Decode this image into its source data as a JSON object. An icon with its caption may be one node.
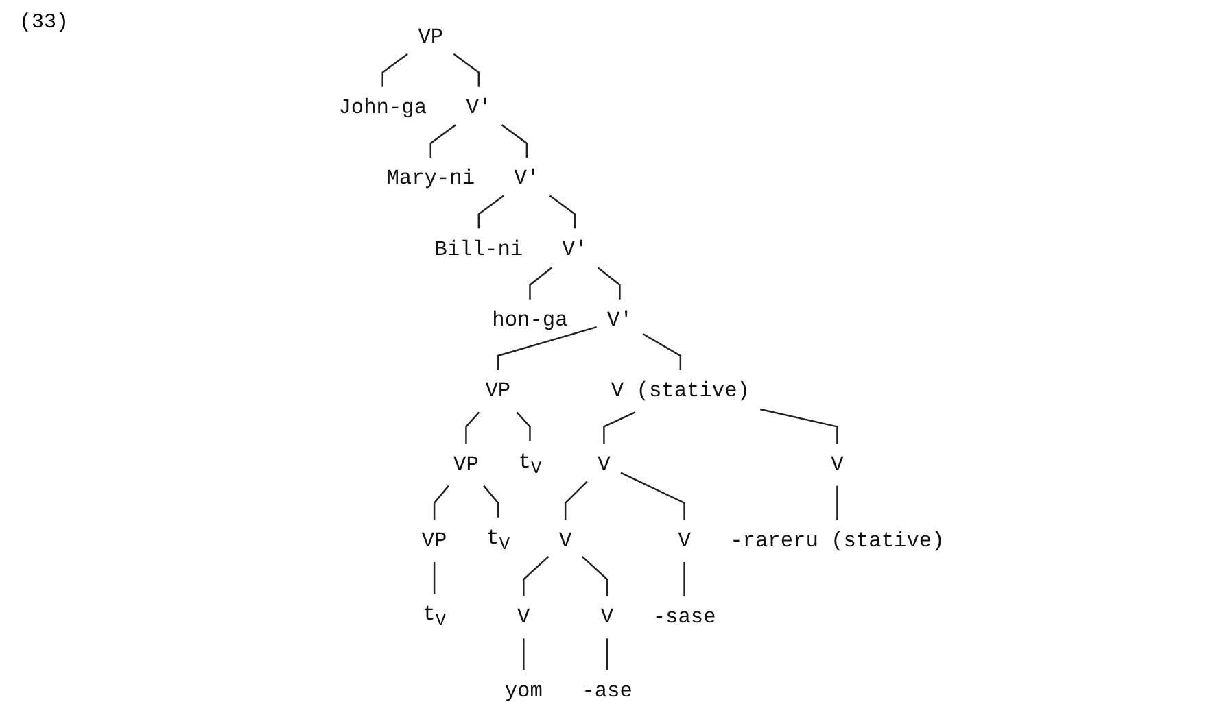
{
  "diagram": {
    "nodes": [
      {
        "text": [
          "VP"
        ]
      },
      {
        "text": [
          "John-ga"
        ]
      },
      {
        "text": [
          "V'"
        ]
      },
      {
        "text": [
          "Mary-ni"
        ]
      },
      {
        "text": [
          "V'"
        ]
      },
      {
        "text": [
          "Bill-ni"
        ]
      },
      {
        "text": [
          "V'"
        ]
      },
      {
        "text": [
          "hon-ga"
        ]
      },
      {
        "text": [
          "V'"
        ]
      },
      {
        "text": [
          "VP"
        ]
      },
      {
        "text": [
          "V (stative)"
        ]
      },
      {
        "text": [
          "VP"
        ]
      },
      {
        "text": [
          "t$_{V}$"
        ]
      },
      {
        "text": [
          "V"
        ]
      },
      {
        "text": [
          "V"
        ]
      },
      {
        "text": [
          "VP"
        ]
      },
      {
        "text": [
          "t$_{V}$"
        ]
      },
      {
        "text": [
          "V"
        ]
      },
      {
        "text": [
          "V"
        ]
      },
      {
        "text": [
          "-rareru (stative)"
        ]
      },
      {
        "text": [
          "t$_{V}$"
        ]
      },
      {
        "text": [
          "V"
        ]
      },
      {
        "text": [
          "V"
        ]
      },
      {
        "text": [
          "-sase"
        ]
      },
      {
        "text": [
          "yom"
        ]
      },
      {
        "text": [
          "-ase"
        ]
      }
    ],
    "edges": [
      {
        "from": 0,
        "to": 1,
        "arrow": "none"
      },
      {
        "from": 0,
        "to": 2,
        "arrow": "none"
      },
      {
        "from": 2,
        "to": 3,
        "arrow": "none"
      },
      {
        "from": 2,
        "to": 4,
        "arrow": "none"
      },
      {
        "from": 4,
        "to": 5,
        "arrow": "none"
      },
      {
        "from": 4,
        "to": 6,
        "arrow": "none"
      },
      {
        "from": 6,
        "to": 7,
        "arrow": "none"
      },
      {
        "from": 6,
        "to": 8,
        "arrow": "none"
      },
      {
        "from": 8,
        "to": 9,
        "arrow": "none"
      },
      {
        "from": 8,
        "to": 10,
        "arrow": "none"
      },
      {
        "from": 9,
        "to": 11,
        "arrow": "none"
      },
      {
        "from": 9,
        "to": 12,
        "arrow": "none"
      },
      {
        "from": 10,
        "to": 13,
        "arrow": "none"
      },
      {
        "from": 10,
        "to": 14,
        "arrow": "none"
      },
      {
        "from": 11,
        "to": 15,
        "arrow": "none"
      },
      {
        "from": 11,
        "to": 16,
        "arrow": "none"
      },
      {
        "from": 13,
        "to": 17,
        "arrow": "none"
      },
      {
        "from": 13,
        "to": 18,
        "arrow": "none"
      },
      {
        "from": 14,
        "to": 19,
        "arrow": "none"
      },
      {
        "from": 15,
        "to": 20,
        "arrow": "none"
      },
      {
        "from": 17,
        "to": 21,
        "arrow": "none"
      },
      {
        "from": 17,
        "to": 22,
        "arrow": "none"
      },
      {
        "from": 18,
        "to": 23,
        "arrow": "none"
      },
      {
        "from": 21,
        "to": 24,
        "arrow": "none"
      },
      {
        "from": 22,
        "to": 25,
        "arrow": "none"
      }
    ],
    "labels": [
      "(33)"
    ]
  }
}
